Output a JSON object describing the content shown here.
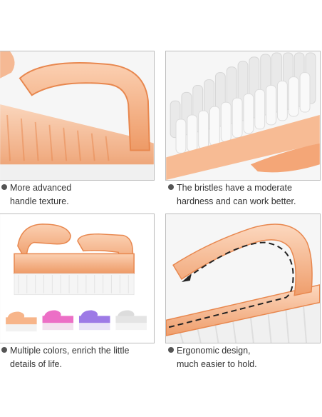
{
  "captions": [
    {
      "line1": "More advanced",
      "line2": "handle texture."
    },
    {
      "line1": "The bristles have a moderate",
      "line2": "hardness and can work better."
    },
    {
      "line1": "Multiple colors, enrich the little",
      "line2": "details of life."
    },
    {
      "line1": "Ergonomic design,",
      "line2": "much easier to hold."
    }
  ],
  "colors": {
    "brush_orange": "#f7b58a",
    "brush_orange_dark": "#ee9a66",
    "bristle": "#f2f2f2",
    "pink": "#ec6fc6",
    "purple": "#9d7ae6",
    "white": "#e4e4e4"
  },
  "color_variants": [
    "orange",
    "pink",
    "purple",
    "white"
  ]
}
